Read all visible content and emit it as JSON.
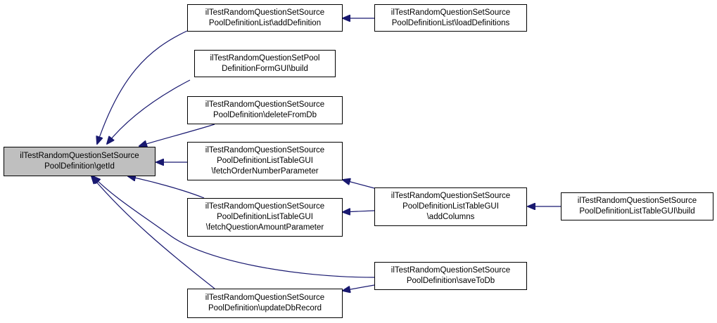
{
  "colors": {
    "edge": "#191970",
    "node_border": "#000000",
    "focus_fill": "#bfbfbf"
  },
  "nodes": {
    "getid": {
      "lines": [
        "ilTestRandomQuestionSetSource",
        "PoolDefinition\\getId"
      ]
    },
    "adddefinition": {
      "lines": [
        "ilTestRandomQuestionSetSource",
        "PoolDefinitionList\\addDefinition"
      ]
    },
    "loaddefinitions": {
      "lines": [
        "ilTestRandomQuestionSetSource",
        "PoolDefinitionList\\loadDefinitions"
      ]
    },
    "formbuild": {
      "lines": [
        "ilTestRandomQuestionSetPool",
        "DefinitionFormGUI\\build"
      ]
    },
    "deletefromdb": {
      "lines": [
        "ilTestRandomQuestionSetSource",
        "PoolDefinition\\deleteFromDb"
      ]
    },
    "fetchorder": {
      "lines": [
        "ilTestRandomQuestionSetSource",
        "PoolDefinitionListTableGUI",
        "\\fetchOrderNumberParameter"
      ]
    },
    "fetchamount": {
      "lines": [
        "ilTestRandomQuestionSetSource",
        "PoolDefinitionListTableGUI",
        "\\fetchQuestionAmountParameter"
      ]
    },
    "updatedb": {
      "lines": [
        "ilTestRandomQuestionSetSource",
        "PoolDefinition\\updateDbRecord"
      ]
    },
    "addcolumns": {
      "lines": [
        "ilTestRandomQuestionSetSource",
        "PoolDefinitionListTableGUI",
        "\\addColumns"
      ]
    },
    "savetodb": {
      "lines": [
        "ilTestRandomQuestionSetSource",
        "PoolDefinition\\saveToDb"
      ]
    },
    "tablebuild": {
      "lines": [
        "ilTestRandomQuestionSetSource",
        "PoolDefinitionListTableGUI\\build"
      ]
    }
  }
}
